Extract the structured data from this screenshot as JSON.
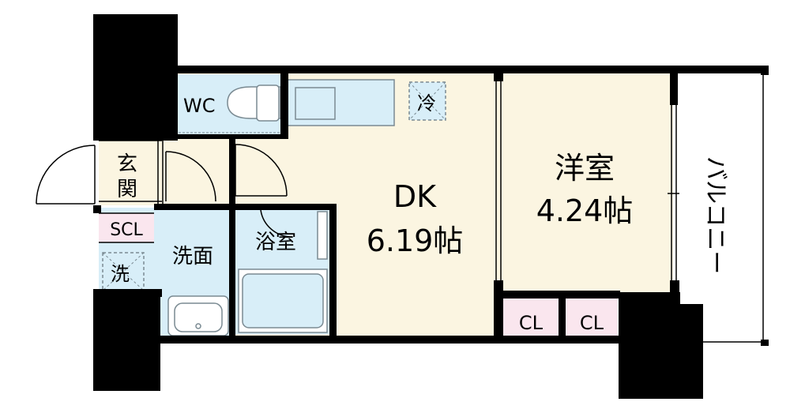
{
  "rooms": {
    "dk": {
      "name": "DK",
      "size": "6.19帖"
    },
    "western": {
      "name": "洋室",
      "size": "4.24帖"
    },
    "balcony": {
      "name": "バルコニー"
    },
    "wc": {
      "name": "WC"
    },
    "entrance": {
      "name": "玄関"
    },
    "scl": {
      "name": "SCL"
    },
    "washroom": {
      "name": "洗面"
    },
    "bathroom": {
      "name": "浴室"
    },
    "closet_1": {
      "name": "CL"
    },
    "closet_2": {
      "name": "CL"
    }
  },
  "fixtures": {
    "refrigerator": "冷",
    "washer": "洗"
  },
  "colors": {
    "wall": "#000000",
    "dk_floor": "#fbf5e1",
    "wet_area": "#d8eef8",
    "closet": "#fae6ee",
    "balcony": "#ffffff",
    "fixture_line": "#7a8a92"
  }
}
